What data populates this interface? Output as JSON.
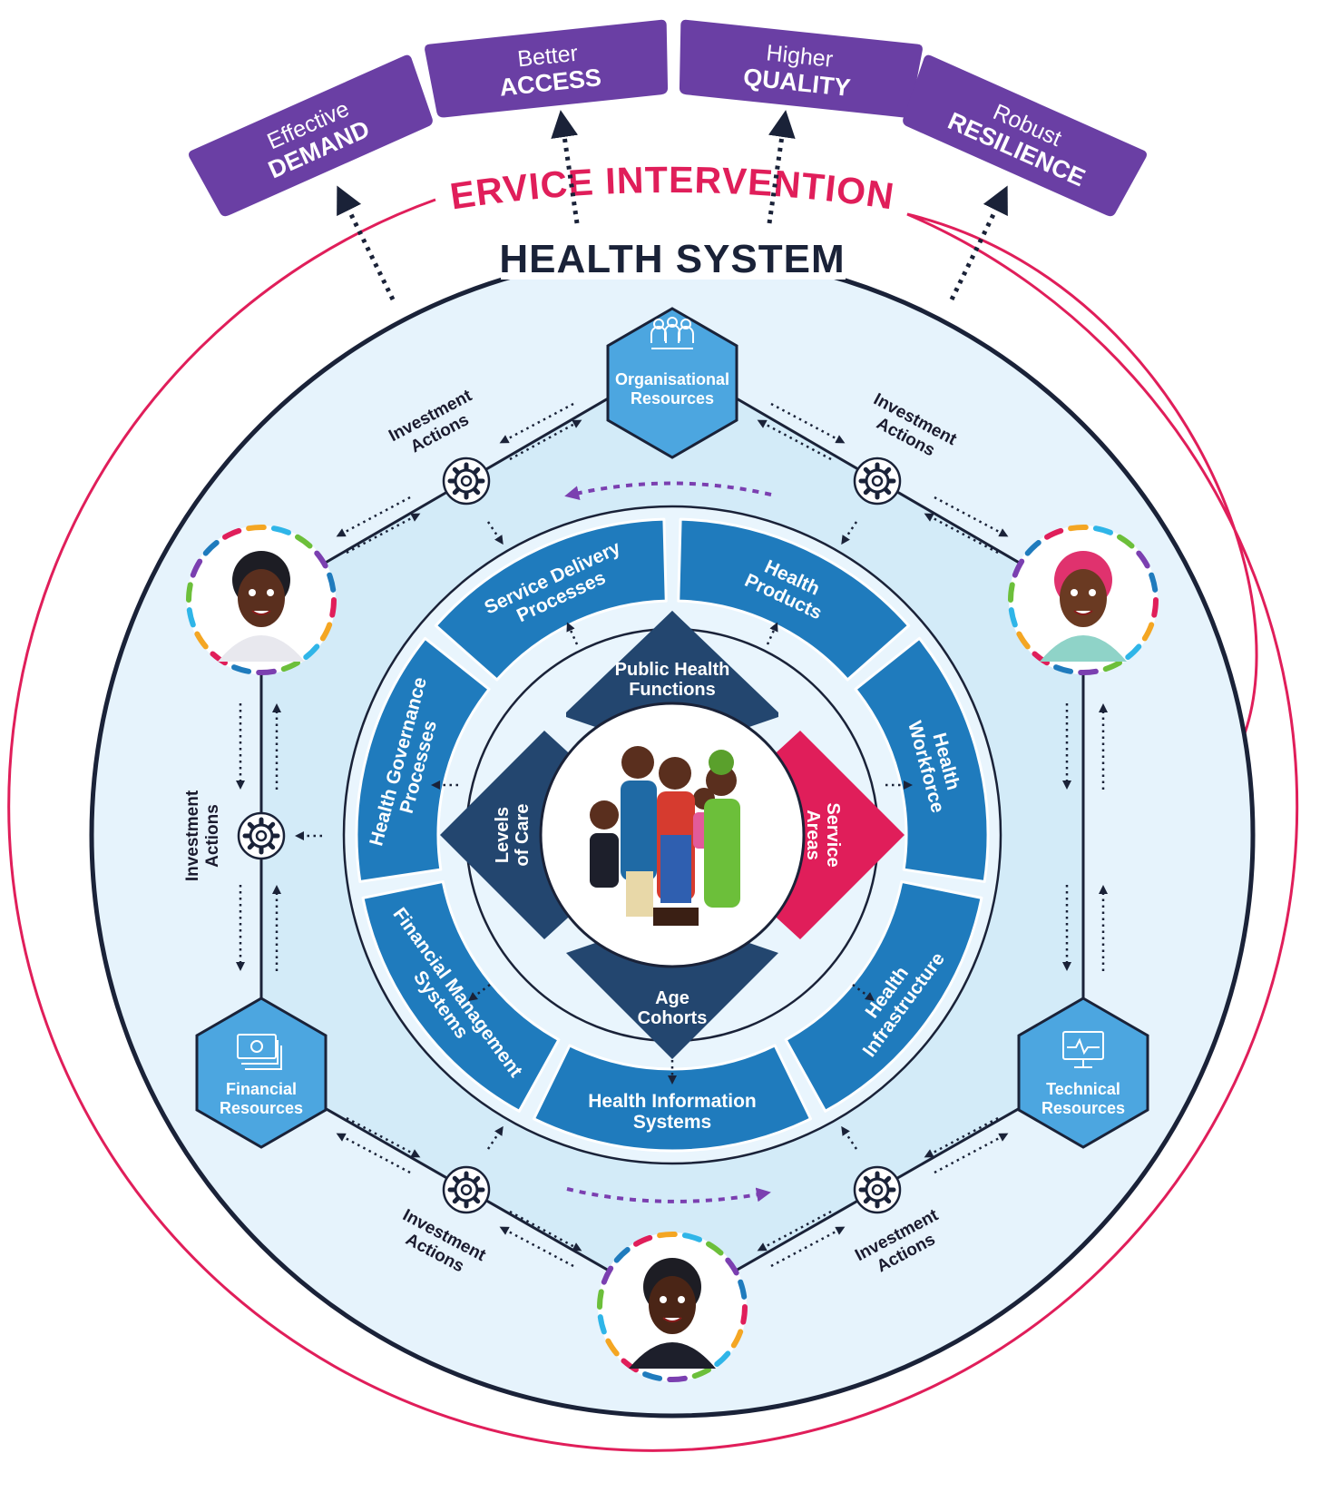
{
  "outcomes": [
    {
      "light": "Effective",
      "bold": "DEMAND"
    },
    {
      "light": "Better",
      "bold": "ACCESS"
    },
    {
      "light": "Higher",
      "bold": "QUALITY"
    },
    {
      "light": "Robust",
      "bold": "RESILIENCE"
    }
  ],
  "service_interventions_label": "SERVICE INTERVENTIONS",
  "health_system_label": "HEALTH SYSTEM",
  "resources": {
    "organisational": {
      "line1": "Organisational",
      "line2": "Resources",
      "icon": "people-icon"
    },
    "financial": {
      "line1": "Financial",
      "line2": "Resources",
      "icon": "cash-icon"
    },
    "technical": {
      "line1": "Technical",
      "line2": "Resources",
      "icon": "monitor-icon"
    }
  },
  "investment_actions": {
    "line1": "Investment",
    "line2": "Actions"
  },
  "building_blocks": {
    "service_delivery": "Service Delivery Processes",
    "health_products": "Health Products",
    "health_workforce": "Health Workforce",
    "health_infrastructure": "Health Infrastructure",
    "health_information": "Health Information Systems",
    "financial_management": "Financial Management Systems",
    "health_governance": "Health Governance Processes"
  },
  "core_dimensions": {
    "public_health": {
      "line1": "Public Health",
      "line2": "Functions"
    },
    "service_areas": {
      "line1": "Service",
      "line2": "Areas"
    },
    "age_cohorts": {
      "line1": "Age",
      "line2": "Cohorts"
    },
    "levels_of_care": {
      "line1": "Levels",
      "line2": "of Care"
    }
  },
  "colors": {
    "purple": "#6a3fa4",
    "crimson": "#e01e5a",
    "navy": "#1a2238",
    "segment_blue": "#1f7bbd",
    "core_navy": "#23466f",
    "hex_blue": "#4ca6e0",
    "band_light": "#e6f3fc",
    "band_mid": "#cfe8f7"
  }
}
